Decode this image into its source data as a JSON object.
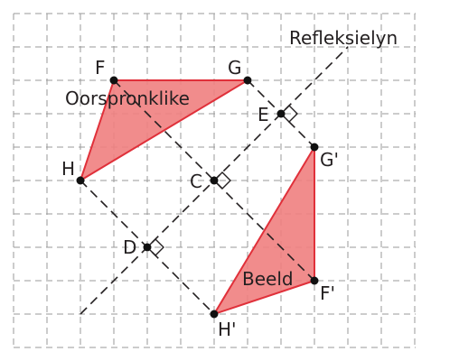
{
  "labels": {
    "reflection_line": "Refleksielyn",
    "original": "Oorspronklike",
    "image": "Beeld"
  },
  "points": {
    "F": "F",
    "G": "G",
    "H": "H",
    "E": "E",
    "C": "C",
    "D": "D",
    "G_prime": "G'",
    "F_prime": "F'",
    "H_prime": "H'"
  },
  "colors": {
    "triangle_fill": "#f08080",
    "triangle_stroke": "#e0303a",
    "grid": "#9a9a9a",
    "lines": "#231f20"
  }
}
